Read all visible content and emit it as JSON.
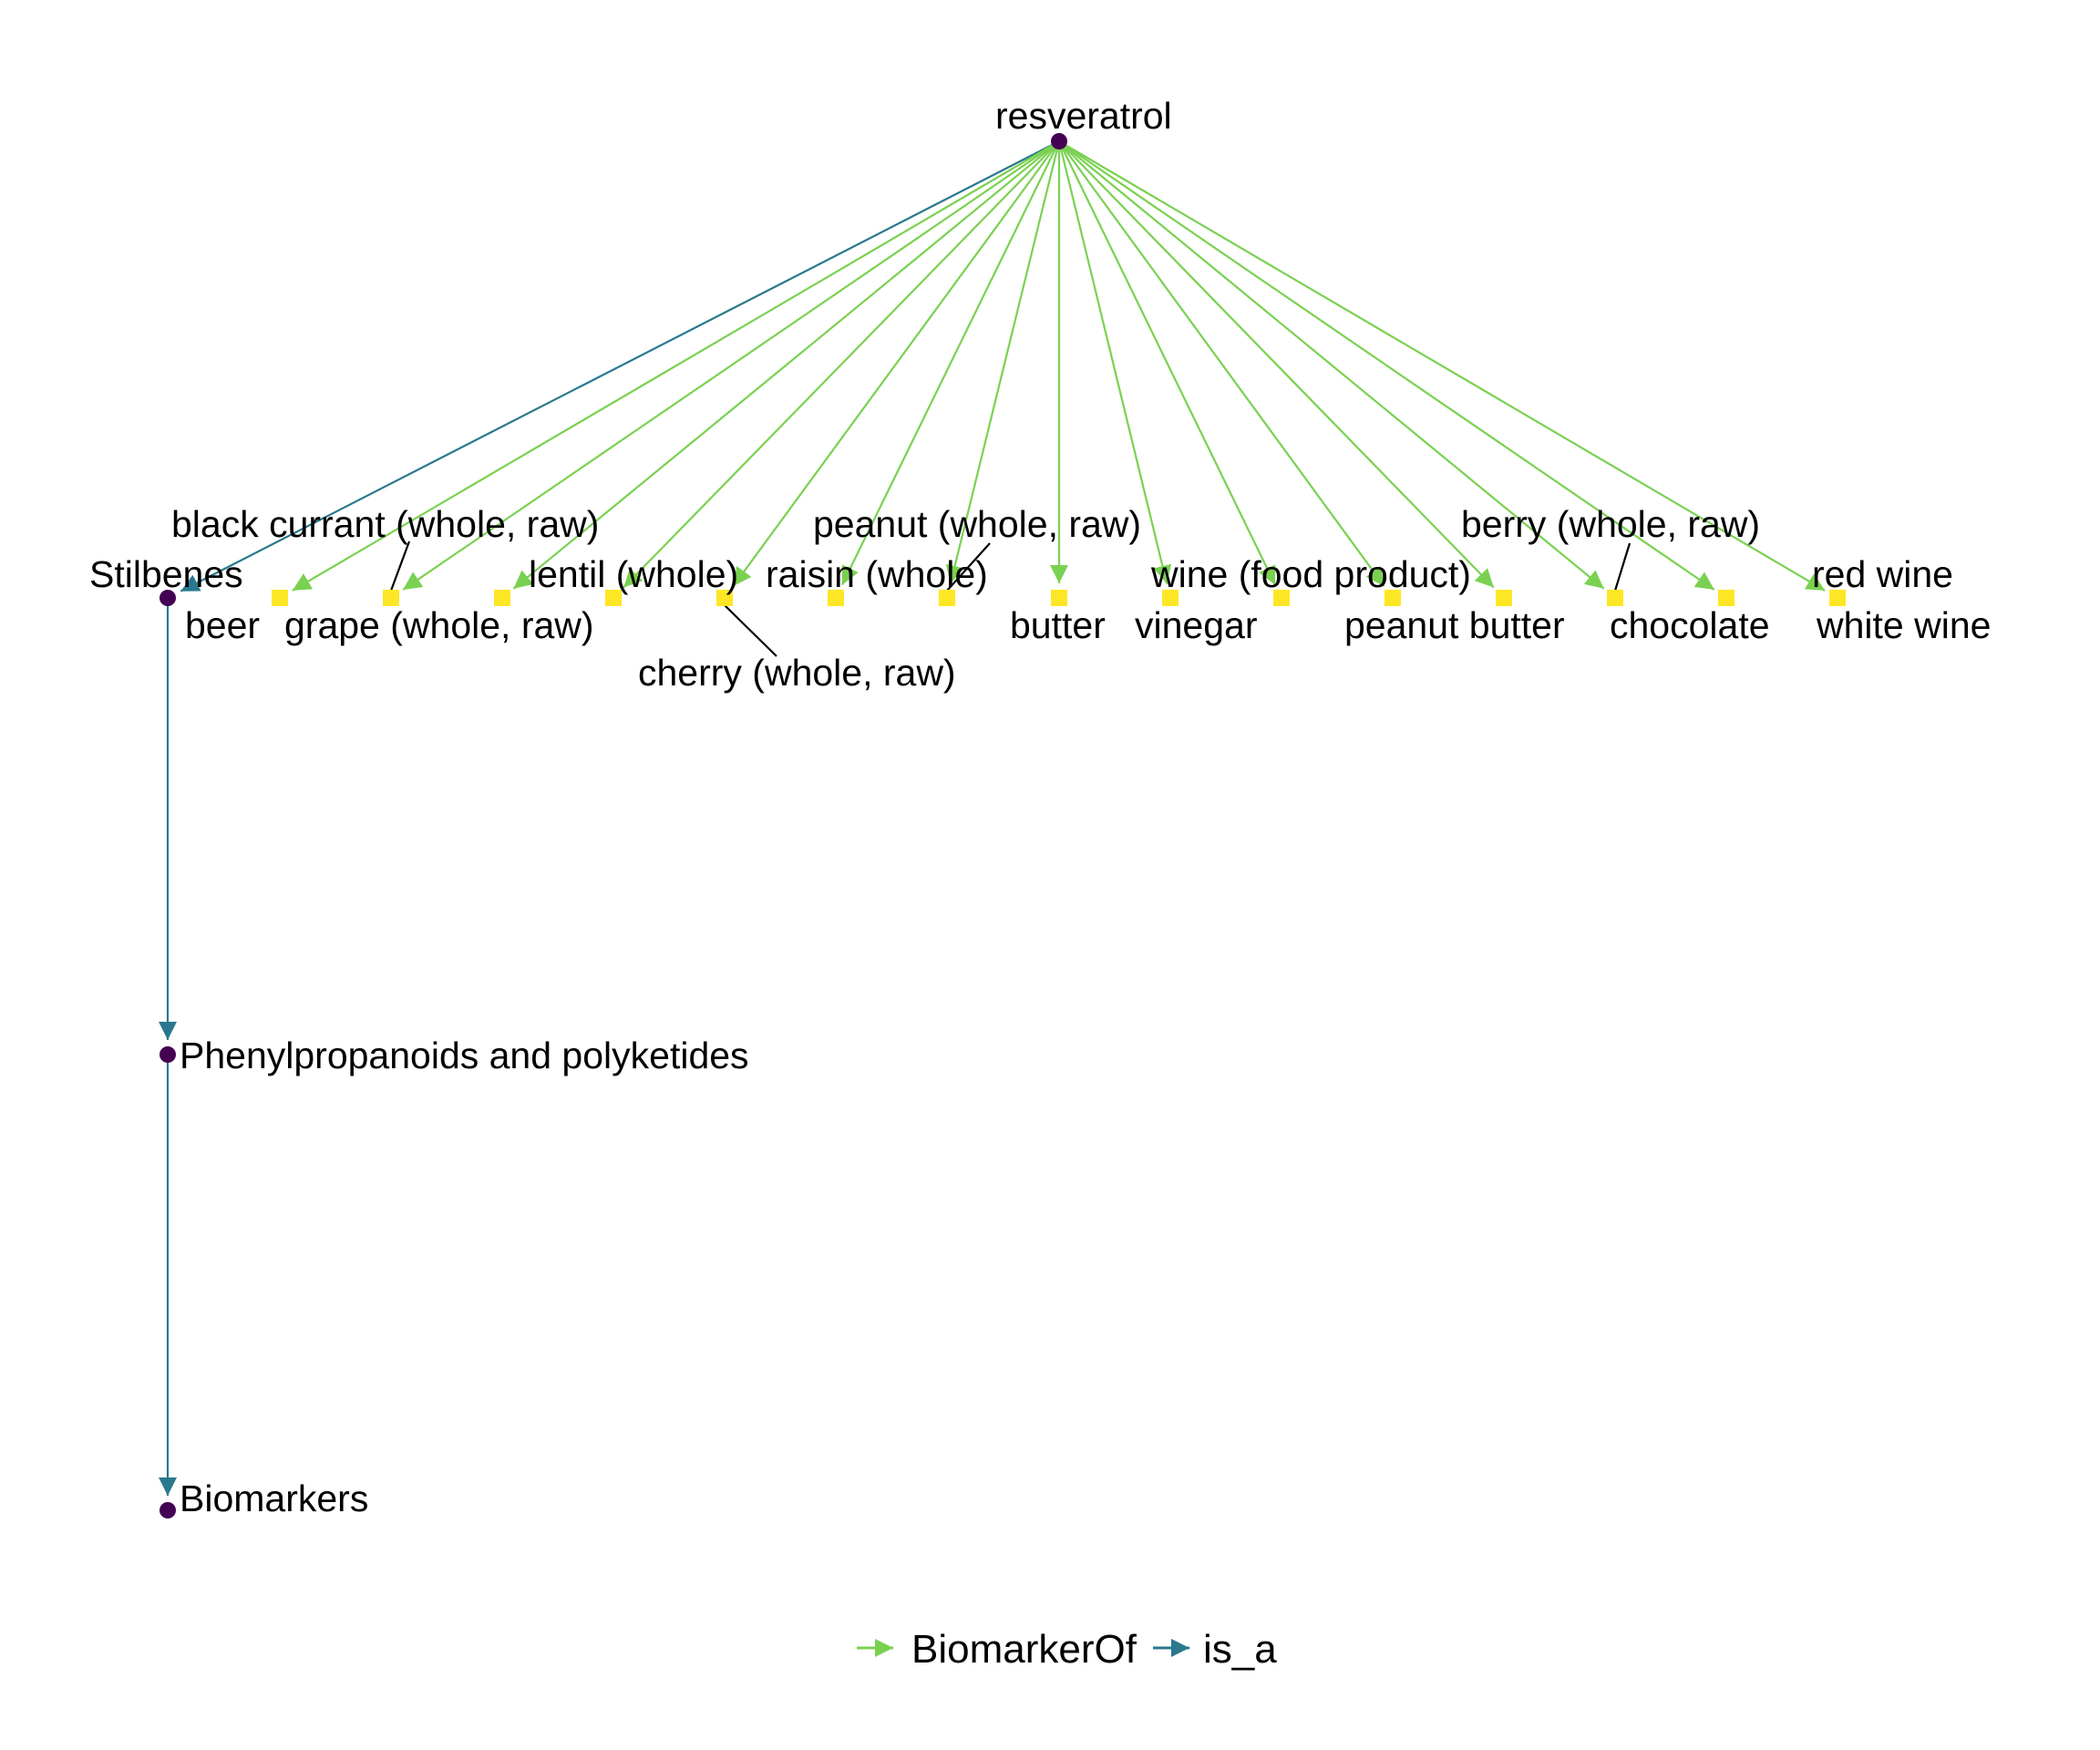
{
  "graph": {
    "colors": {
      "BiomarkerOf": "#7ad151",
      "is_a": "#2a788e",
      "compound_node": "#440154",
      "food_node": "#fde725",
      "text": "#000000"
    },
    "nodes": [
      {
        "id": "resveratrol",
        "label": "resveratrol",
        "kind": "compound"
      },
      {
        "id": "stilbenes",
        "label": "Stilbenes",
        "kind": "compound"
      },
      {
        "id": "phenylpropanoids",
        "label": "Phenylpropanoids and polyketides",
        "kind": "compound"
      },
      {
        "id": "biomarkers",
        "label": "Biomarkers",
        "kind": "compound"
      },
      {
        "id": "beer",
        "label": "beer",
        "kind": "food"
      },
      {
        "id": "grape",
        "label": "grape (whole, raw)",
        "kind": "food"
      },
      {
        "id": "black_currant",
        "label": "black currant (whole, raw)",
        "kind": "food"
      },
      {
        "id": "lentil",
        "label": "lentil (whole)",
        "kind": "food"
      },
      {
        "id": "cherry",
        "label": "cherry (whole, raw)",
        "kind": "food"
      },
      {
        "id": "raisin",
        "label": "raisin (whole)",
        "kind": "food"
      },
      {
        "id": "peanut",
        "label": "peanut (whole, raw)",
        "kind": "food"
      },
      {
        "id": "butter",
        "label": "butter",
        "kind": "food"
      },
      {
        "id": "vinegar",
        "label": "vinegar",
        "kind": "food"
      },
      {
        "id": "wine",
        "label": "wine (food product)",
        "kind": "food"
      },
      {
        "id": "peanut_butter",
        "label": "peanut butter",
        "kind": "food"
      },
      {
        "id": "berry",
        "label": "berry (whole, raw)",
        "kind": "food"
      },
      {
        "id": "chocolate",
        "label": "chocolate",
        "kind": "food"
      },
      {
        "id": "white_wine",
        "label": "white wine",
        "kind": "food"
      },
      {
        "id": "red_wine",
        "label": "red wine",
        "kind": "food"
      }
    ],
    "edges": [
      {
        "from": "resveratrol",
        "to": "stilbenes",
        "type": "is_a"
      },
      {
        "from": "stilbenes",
        "to": "phenylpropanoids",
        "type": "is_a"
      },
      {
        "from": "phenylpropanoids",
        "to": "biomarkers",
        "type": "is_a"
      },
      {
        "from": "resveratrol",
        "to": "beer",
        "type": "BiomarkerOf"
      },
      {
        "from": "resveratrol",
        "to": "grape",
        "type": "BiomarkerOf"
      },
      {
        "from": "resveratrol",
        "to": "black_currant",
        "type": "BiomarkerOf"
      },
      {
        "from": "resveratrol",
        "to": "lentil",
        "type": "BiomarkerOf"
      },
      {
        "from": "resveratrol",
        "to": "cherry",
        "type": "BiomarkerOf"
      },
      {
        "from": "resveratrol",
        "to": "raisin",
        "type": "BiomarkerOf"
      },
      {
        "from": "resveratrol",
        "to": "peanut",
        "type": "BiomarkerOf"
      },
      {
        "from": "resveratrol",
        "to": "butter",
        "type": "BiomarkerOf"
      },
      {
        "from": "resveratrol",
        "to": "vinegar",
        "type": "BiomarkerOf"
      },
      {
        "from": "resveratrol",
        "to": "wine",
        "type": "BiomarkerOf"
      },
      {
        "from": "resveratrol",
        "to": "peanut_butter",
        "type": "BiomarkerOf"
      },
      {
        "from": "resveratrol",
        "to": "berry",
        "type": "BiomarkerOf"
      },
      {
        "from": "resveratrol",
        "to": "chocolate",
        "type": "BiomarkerOf"
      },
      {
        "from": "resveratrol",
        "to": "white_wine",
        "type": "BiomarkerOf"
      },
      {
        "from": "resveratrol",
        "to": "red_wine",
        "type": "BiomarkerOf"
      }
    ],
    "legend": [
      {
        "label": "BiomarkerOf",
        "type": "BiomarkerOf"
      },
      {
        "label": "is_a",
        "type": "is_a"
      }
    ]
  }
}
